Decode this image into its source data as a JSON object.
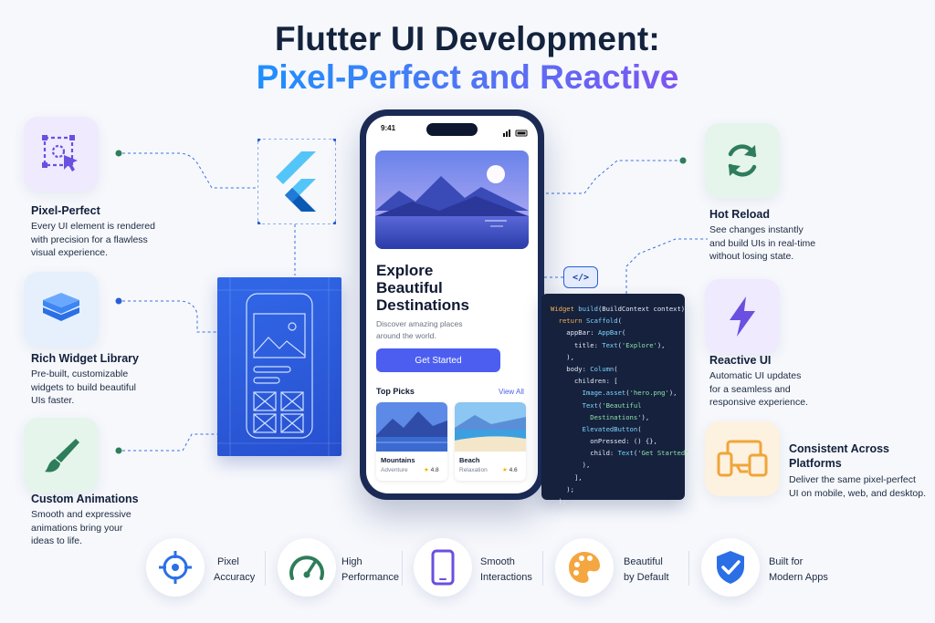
{
  "header": {
    "title_line1": "Flutter UI Development:",
    "title_line2": "Pixel-Perfect and Reactive"
  },
  "features_left": [
    {
      "title": "Pixel-Perfect",
      "desc": [
        "Every UI element is rendered",
        "with precision for a flawless",
        "visual experience."
      ],
      "icon": "selection-cursor-icon"
    },
    {
      "title": "Rich Widget Library",
      "desc": [
        "Pre-built, customizable",
        "widgets to build beautiful",
        "UIs faster."
      ],
      "icon": "layers-icon"
    },
    {
      "title": "Custom Animations",
      "desc": [
        "Smooth and expressive",
        "animations bring your",
        "ideas to life."
      ],
      "icon": "brush-icon"
    }
  ],
  "features_right": [
    {
      "title": "Hot Reload",
      "desc": [
        "See changes instantly",
        "and build UIs in real-time",
        "without losing state."
      ],
      "icon": "refresh-icon"
    },
    {
      "title": "Reactive UI",
      "desc": [
        "Automatic UI updates",
        "for a seamless and",
        "responsive experience."
      ],
      "icon": "lightning-icon"
    },
    {
      "title": "Consistent Across",
      "title2": "Platforms",
      "desc": [
        "Deliver the same pixel-perfect",
        "UI on mobile, web, and desktop."
      ],
      "icon": "devices-icon"
    }
  ],
  "phone": {
    "time": "9:41",
    "heading": [
      "Explore",
      "Beautiful",
      "Destinations"
    ],
    "subtitle": [
      "Discover amazing places",
      "around the world."
    ],
    "cta": "Get Started",
    "section_title": "Top Picks",
    "view_all": "View All",
    "cards": [
      {
        "name": "Mountains",
        "type": "Adventure",
        "rating": "4.8"
      },
      {
        "name": "Beach",
        "type": "Relaxation",
        "rating": "4.6"
      }
    ]
  },
  "code_badge": "</>",
  "code_lines": [
    [
      [
        "kw",
        "Widget "
      ],
      [
        "ty",
        "build"
      ],
      [
        "",
        "(BuildContext context) {"
      ]
    ],
    [
      [
        "",
        "  "
      ],
      [
        "kw",
        "return "
      ],
      [
        "ty",
        "Scaffold"
      ],
      [
        "",
        "("
      ]
    ],
    [
      [
        "",
        "    appBar: "
      ],
      [
        "ty",
        "AppBar"
      ],
      [
        "",
        "("
      ]
    ],
    [
      [
        "",
        "      title: "
      ],
      [
        "ty",
        "Text"
      ],
      [
        "",
        "("
      ],
      [
        "st",
        "'Explore'"
      ],
      [
        "",
        "),"
      ]
    ],
    [
      [
        "",
        "    ),"
      ]
    ],
    [
      [
        "",
        "    body: "
      ],
      [
        "ty",
        "Column"
      ],
      [
        "",
        "("
      ]
    ],
    [
      [
        "",
        "      children: ["
      ]
    ],
    [
      [
        "",
        "        "
      ],
      [
        "ty",
        "Image.asset"
      ],
      [
        "",
        "("
      ],
      [
        "st",
        "'hero.png'"
      ],
      [
        "",
        "),"
      ]
    ],
    [
      [
        "",
        "        "
      ],
      [
        "ty",
        "Text"
      ],
      [
        "",
        "("
      ],
      [
        "st",
        "'Beautiful"
      ]
    ],
    [
      [
        "st",
        "          Destinations'"
      ],
      [
        "",
        "),"
      ]
    ],
    [
      [
        "",
        "        "
      ],
      [
        "ty",
        "ElevatedButton"
      ],
      [
        "",
        "("
      ]
    ],
    [
      [
        "",
        "          onPressed: () {},"
      ]
    ],
    [
      [
        "",
        "          child: "
      ],
      [
        "ty",
        "Text"
      ],
      [
        "",
        "("
      ],
      [
        "st",
        "'Get Started'"
      ],
      [
        "",
        "),"
      ]
    ],
    [
      [
        "",
        "        ),"
      ]
    ],
    [
      [
        "",
        "      ],"
      ]
    ],
    [
      [
        "",
        "    );"
      ]
    ],
    [
      [
        "",
        "  );"
      ]
    ],
    [
      [
        "",
        "}"
      ]
    ]
  ],
  "bottom": [
    {
      "line1": "Pixel",
      "line2": "Accuracy",
      "icon": "crosshair-icon"
    },
    {
      "line1": "High",
      "line2": "Performance",
      "icon": "speedometer-icon"
    },
    {
      "line1": "Smooth",
      "line2": "Interactions",
      "icon": "smartphone-icon"
    },
    {
      "line1": "Beautiful",
      "line2": "by Default",
      "icon": "palette-icon"
    },
    {
      "line1": "Built for",
      "line2": "Modern Apps",
      "icon": "shield-check-icon"
    }
  ],
  "colors": {
    "accent_blue": "#1f8fff",
    "accent_purple": "#7d55f2",
    "cta": "#4b5ef0",
    "connector": "#2c5fd6",
    "node_green": "#2e7d5b"
  }
}
